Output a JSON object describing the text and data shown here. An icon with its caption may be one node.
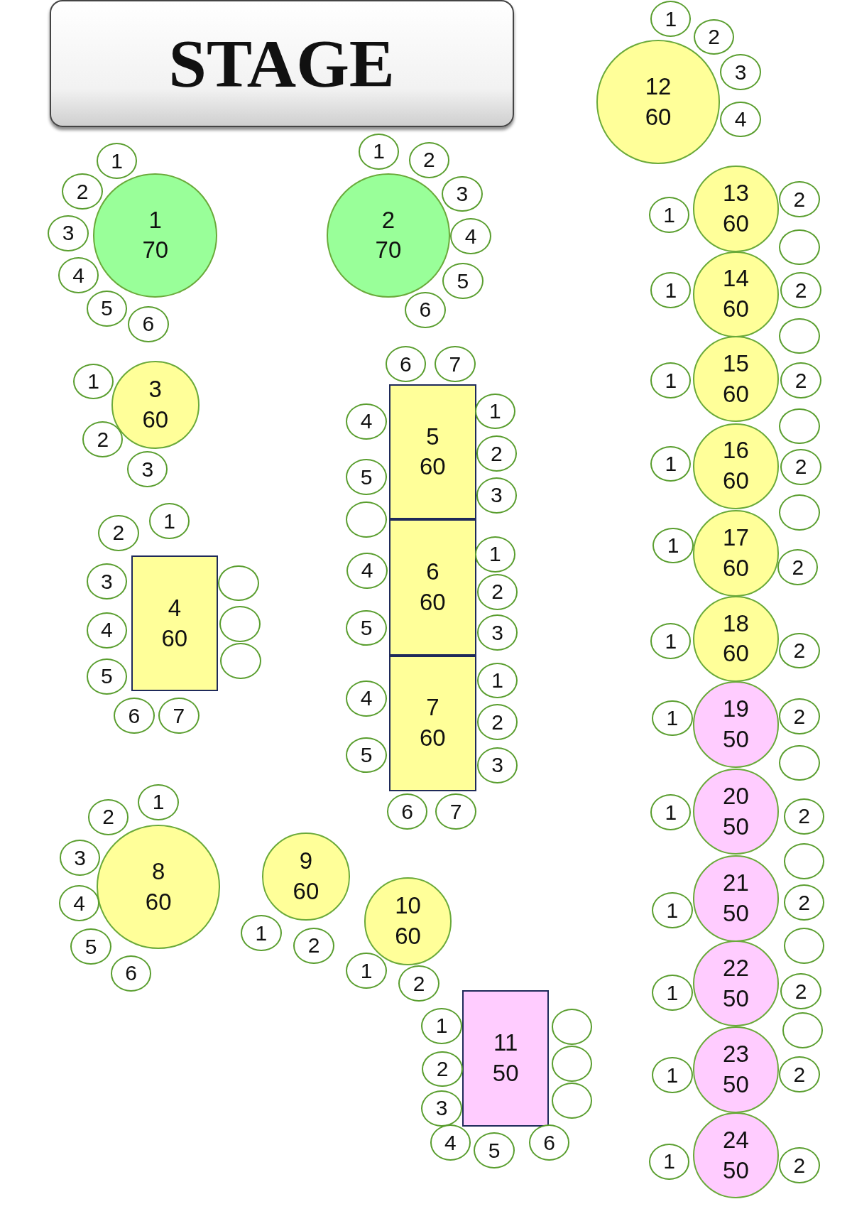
{
  "diagram": {
    "nodes": [
      {
        "text": [
          "STAGE"
        ]
      },
      {
        "text": [
          "1",
          "70"
        ]
      },
      {
        "text": [
          "1"
        ]
      },
      {
        "text": [
          "2"
        ]
      },
      {
        "text": [
          "3"
        ]
      },
      {
        "text": [
          "4"
        ]
      },
      {
        "text": [
          "5"
        ]
      },
      {
        "text": [
          "6"
        ]
      },
      {
        "text": [
          "2",
          "70"
        ]
      },
      {
        "text": [
          "1"
        ]
      },
      {
        "text": [
          "2"
        ]
      },
      {
        "text": [
          "3"
        ]
      },
      {
        "text": [
          "4"
        ]
      },
      {
        "text": [
          "5"
        ]
      },
      {
        "text": [
          "6"
        ]
      },
      {
        "text": [
          "3",
          "60"
        ]
      },
      {
        "text": [
          "1"
        ]
      },
      {
        "text": [
          "2"
        ]
      },
      {
        "text": [
          "3"
        ]
      },
      {
        "text": [
          "4",
          "60"
        ]
      },
      {
        "text": [
          "2"
        ]
      },
      {
        "text": [
          "1"
        ]
      },
      {
        "text": [
          "3"
        ]
      },
      {
        "text": [
          "4"
        ]
      },
      {
        "text": [
          "5"
        ]
      },
      {
        "text": [
          "6"
        ]
      },
      {
        "text": [
          "7"
        ]
      },
      {
        "text": [],
        "shape": "circle"
      },
      {
        "text": [],
        "shape": "circle"
      },
      {
        "text": [],
        "shape": "circle"
      },
      {
        "text": [
          "5",
          "60"
        ]
      },
      {
        "text": [
          "6"
        ]
      },
      {
        "text": [
          "7"
        ]
      },
      {
        "text": [
          "4"
        ]
      },
      {
        "text": [
          "5"
        ]
      },
      {
        "text": [],
        "shape": "circle"
      },
      {
        "text": [
          "1"
        ]
      },
      {
        "text": [
          "2"
        ]
      },
      {
        "text": [
          "3"
        ]
      },
      {
        "text": [
          "6",
          "60"
        ]
      },
      {
        "text": [
          "4"
        ]
      },
      {
        "text": [
          "5"
        ]
      },
      {
        "text": [
          "1"
        ]
      },
      {
        "text": [
          "2"
        ]
      },
      {
        "text": [
          "3"
        ]
      },
      {
        "text": [
          "7",
          "60"
        ]
      },
      {
        "text": [
          "4"
        ]
      },
      {
        "text": [
          "5"
        ]
      },
      {
        "text": [
          "1"
        ]
      },
      {
        "text": [
          "2"
        ]
      },
      {
        "text": [
          "3"
        ]
      },
      {
        "text": [
          "6"
        ]
      },
      {
        "text": [
          "7"
        ]
      },
      {
        "text": [
          "8",
          "60"
        ]
      },
      {
        "text": [
          "1"
        ]
      },
      {
        "text": [
          "2"
        ]
      },
      {
        "text": [
          "3"
        ]
      },
      {
        "text": [
          "4"
        ]
      },
      {
        "text": [
          "5"
        ]
      },
      {
        "text": [
          "6"
        ]
      },
      {
        "text": [
          "9",
          "60"
        ]
      },
      {
        "text": [
          "1"
        ]
      },
      {
        "text": [
          "2"
        ]
      },
      {
        "text": [
          "10",
          "60"
        ]
      },
      {
        "text": [
          "1"
        ]
      },
      {
        "text": [
          "2"
        ]
      },
      {
        "text": [
          "11",
          "50"
        ]
      },
      {
        "text": [
          "1"
        ]
      },
      {
        "text": [
          "2"
        ]
      },
      {
        "text": [
          "3"
        ]
      },
      {
        "text": [
          "4"
        ]
      },
      {
        "text": [
          "5"
        ]
      },
      {
        "text": [
          "6"
        ]
      },
      {
        "text": [],
        "shape": "circle"
      },
      {
        "text": [],
        "shape": "circle"
      },
      {
        "text": [],
        "shape": "circle"
      },
      {
        "text": [
          "12",
          "60"
        ]
      },
      {
        "text": [
          "1"
        ]
      },
      {
        "text": [
          "2"
        ]
      },
      {
        "text": [
          "3"
        ]
      },
      {
        "text": [
          "4"
        ]
      },
      {
        "text": [
          "13",
          "60"
        ]
      },
      {
        "text": [
          "1"
        ]
      },
      {
        "text": [
          "2"
        ]
      },
      {
        "text": [],
        "shape": "circle"
      },
      {
        "text": [
          "14",
          "60"
        ]
      },
      {
        "text": [
          "1"
        ]
      },
      {
        "text": [
          "2"
        ]
      },
      {
        "text": [],
        "shape": "circle"
      },
      {
        "text": [
          "15",
          "60"
        ]
      },
      {
        "text": [
          "1"
        ]
      },
      {
        "text": [
          "2"
        ]
      },
      {
        "text": [],
        "shape": "circle"
      },
      {
        "text": [
          "16",
          "60"
        ]
      },
      {
        "text": [
          "1"
        ]
      },
      {
        "text": [
          "2"
        ]
      },
      {
        "text": [],
        "shape": "circle"
      },
      {
        "text": [
          "17",
          "60"
        ]
      },
      {
        "text": [
          "1"
        ]
      },
      {
        "text": [
          "2"
        ]
      },
      {
        "text": [
          "18",
          "60"
        ]
      },
      {
        "text": [
          "1"
        ]
      },
      {
        "text": [
          "2"
        ]
      },
      {
        "text": [
          "19",
          "50"
        ]
      },
      {
        "text": [
          "1"
        ]
      },
      {
        "text": [
          "2"
        ]
      },
      {
        "text": [],
        "shape": "circle"
      },
      {
        "text": [
          "20",
          "50"
        ]
      },
      {
        "text": [
          "1"
        ]
      },
      {
        "text": [
          "2"
        ]
      },
      {
        "text": [],
        "shape": "circle"
      },
      {
        "text": [
          "21",
          "50"
        ]
      },
      {
        "text": [
          "1"
        ]
      },
      {
        "text": [
          "2"
        ]
      },
      {
        "text": [],
        "shape": "circle"
      },
      {
        "text": [
          "22",
          "50"
        ]
      },
      {
        "text": [
          "1"
        ]
      },
      {
        "text": [
          "2"
        ]
      },
      {
        "text": [],
        "shape": "circle"
      },
      {
        "text": [
          "23",
          "50"
        ]
      },
      {
        "text": [
          "1"
        ]
      },
      {
        "text": [
          "2"
        ]
      },
      {
        "text": [
          "24",
          "50"
        ]
      },
      {
        "text": [
          "1"
        ]
      },
      {
        "text": [
          "2"
        ]
      }
    ]
  }
}
